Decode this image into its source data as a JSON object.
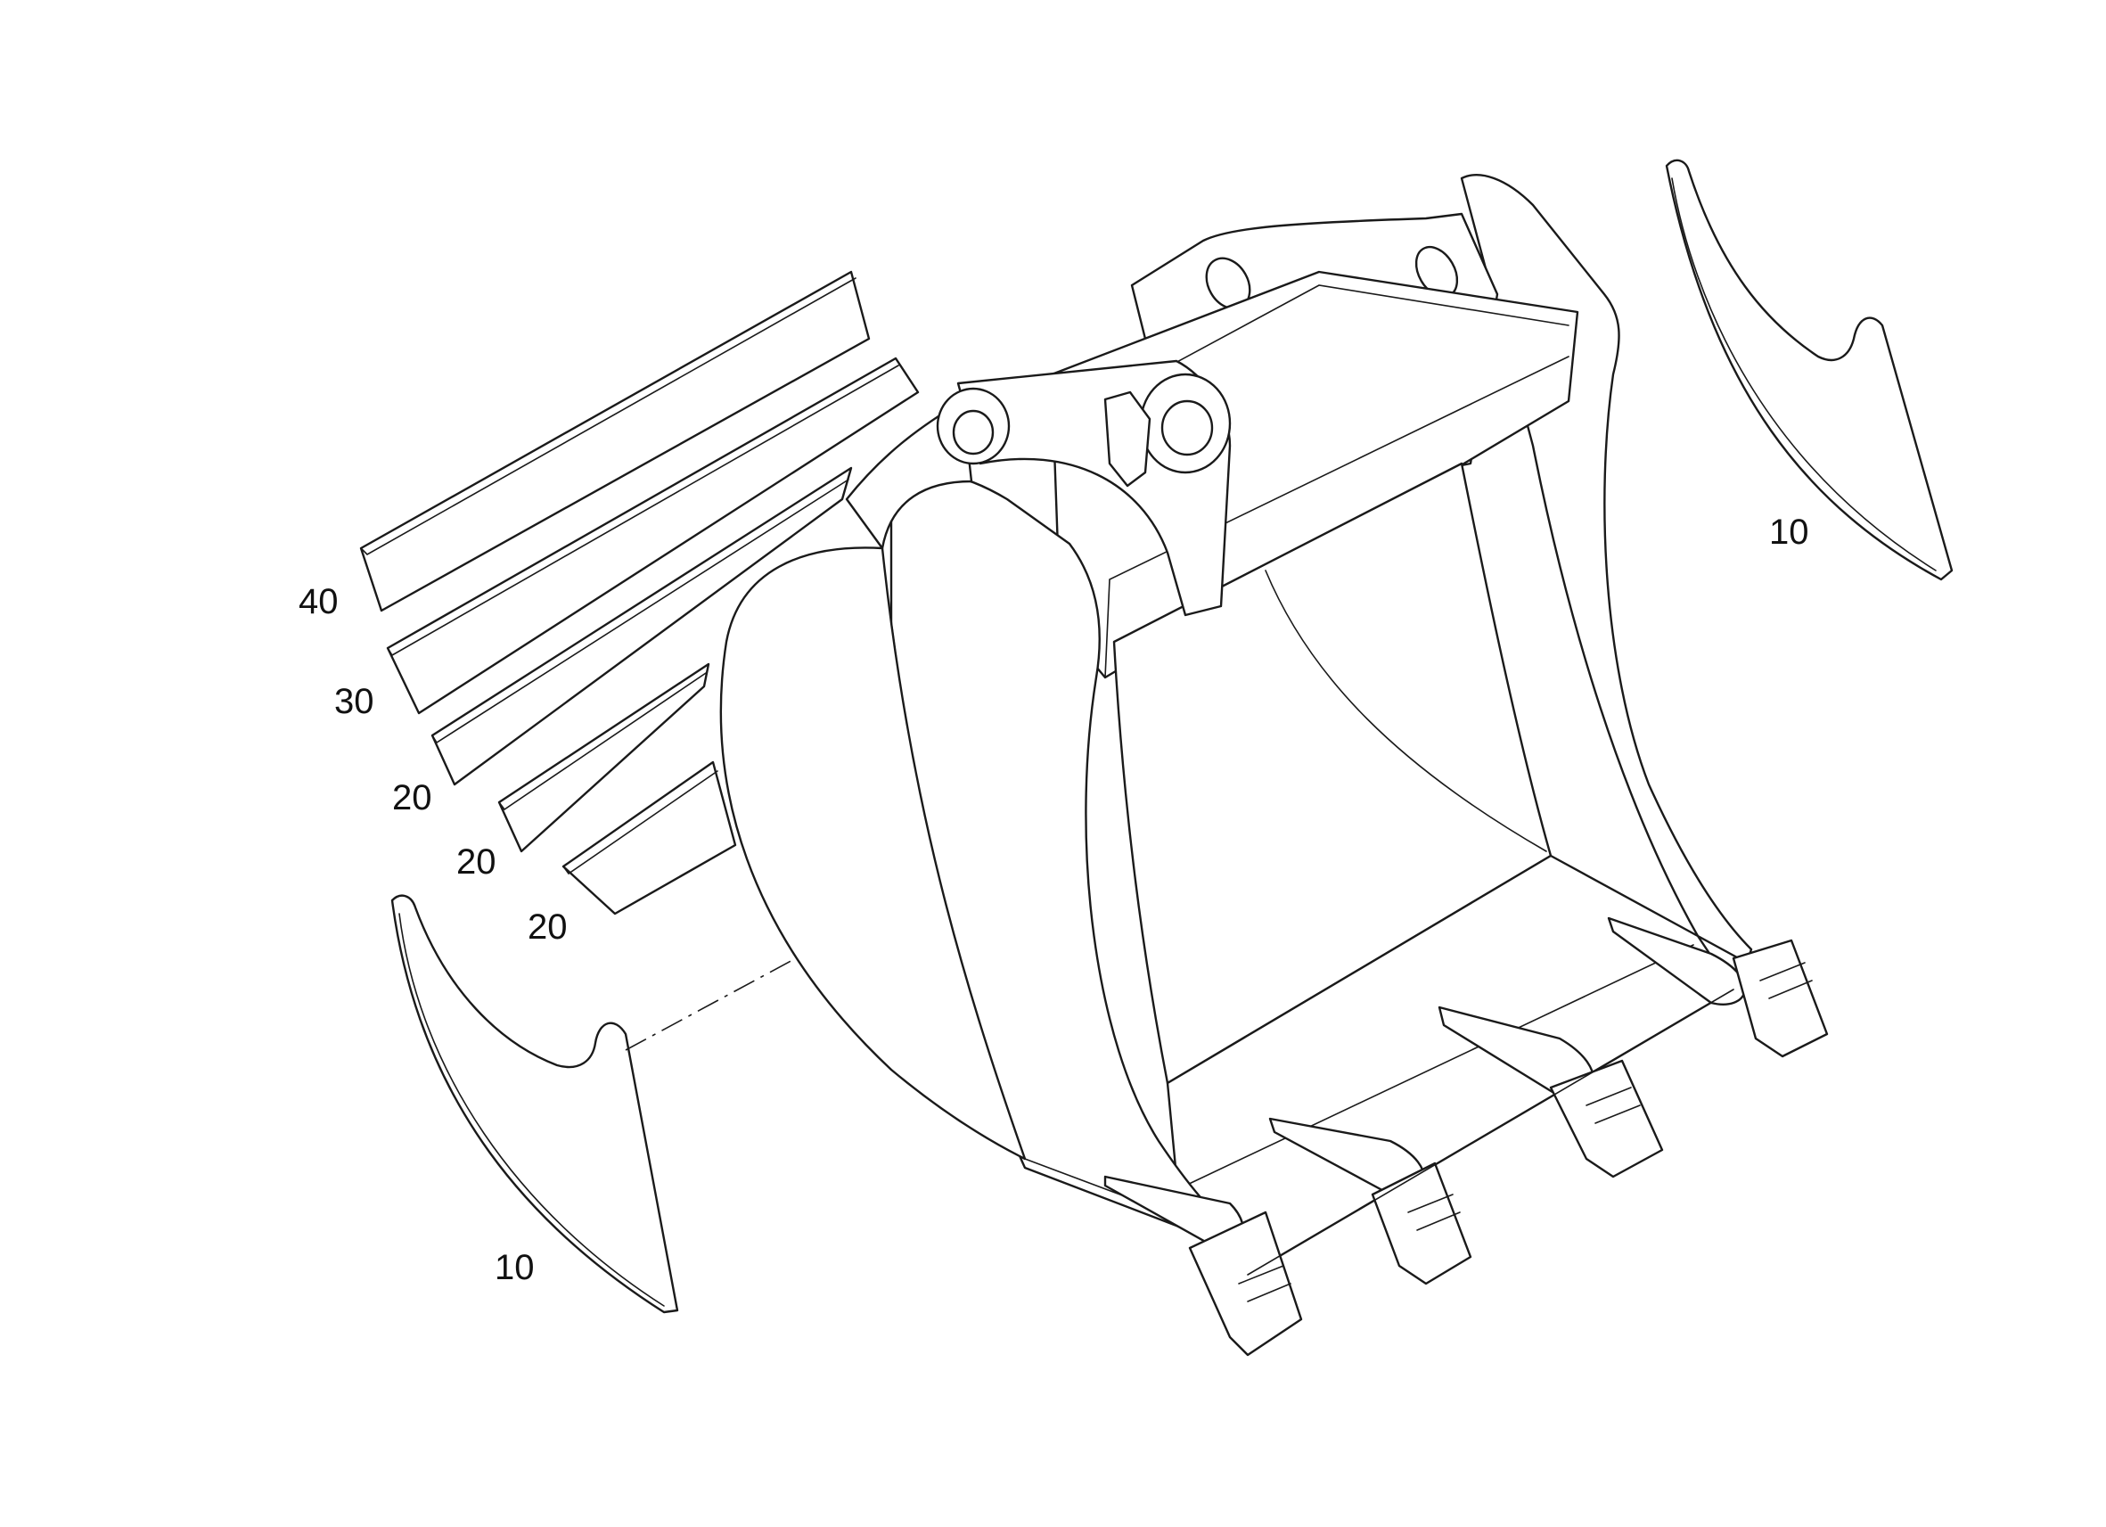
{
  "callouts": [
    {
      "id": "left-side-cutter",
      "text": "10"
    },
    {
      "id": "right-side-cutter",
      "text": "10"
    },
    {
      "id": "wear-strip-a",
      "text": "20"
    },
    {
      "id": "wear-strip-b",
      "text": "20"
    },
    {
      "id": "wear-strip-c",
      "text": "20"
    },
    {
      "id": "wear-plate-30",
      "text": "30"
    },
    {
      "id": "wear-plate-40",
      "text": "40"
    }
  ],
  "colors": {
    "line": "#1a1a1a",
    "background": "#ffffff"
  }
}
